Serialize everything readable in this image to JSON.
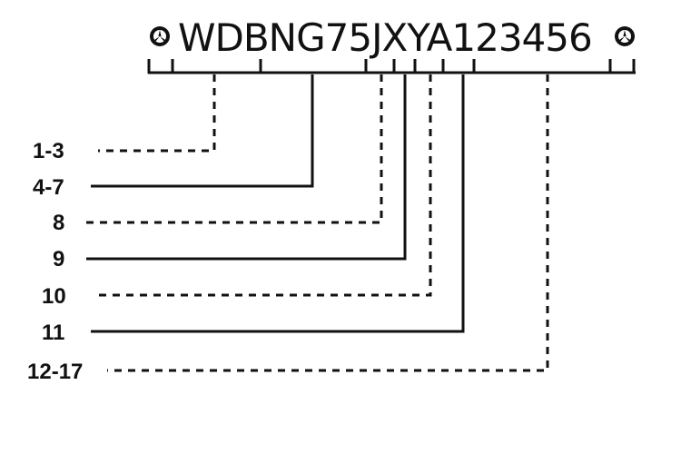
{
  "diagram": {
    "vin": "WDBNG75JXYA123456",
    "end_symbol_icon": "mercedes-star-icon",
    "segments": [
      {
        "label": "1-3",
        "style": "dashed"
      },
      {
        "label": "4-7",
        "style": "solid"
      },
      {
        "label": "8",
        "style": "dashed"
      },
      {
        "label": "9",
        "style": "solid"
      },
      {
        "label": "10",
        "style": "dashed"
      },
      {
        "label": "11",
        "style": "solid"
      },
      {
        "label": "12-17",
        "style": "dashed"
      }
    ]
  }
}
